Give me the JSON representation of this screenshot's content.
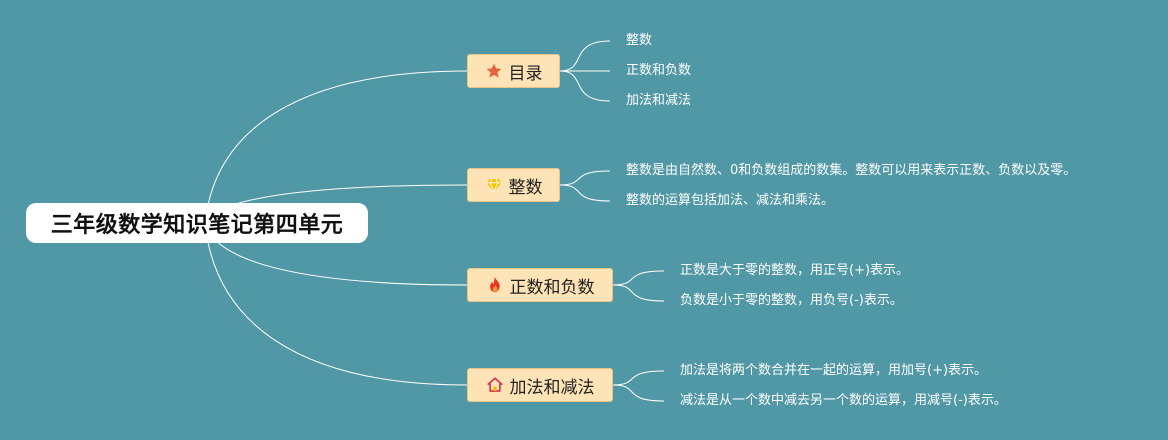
{
  "root": {
    "title": "三年级数学知识笔记第四单元"
  },
  "branches": [
    {
      "label": "目录",
      "icon": "star-icon",
      "icon_color": "#e8623a",
      "leaves": [
        "整数",
        "正数和负数",
        "加法和减法"
      ]
    },
    {
      "label": "整数",
      "icon": "diamond-icon",
      "icon_color": "#f5c400",
      "leaves": [
        "整数是由自然数、0和负数组成的数集。整数可以用来表示正数、负数以及零。",
        "整数的运算包括加法、减法和乘法。"
      ]
    },
    {
      "label": "正数和负数",
      "icon": "fire-icon",
      "icon_color": "#e8371e",
      "leaves": [
        "正数是大于零的整数，用正号(+)表示。",
        "负数是小于零的整数，用负号(-)表示。"
      ]
    },
    {
      "label": "加法和减法",
      "icon": "home-icon",
      "icon_color": "#d8344f",
      "leaves": [
        "加法是将两个数合并在一起的运算，用加号(+)表示。",
        "减法是从一个数中减去另一个数的运算，用减号(-)表示。"
      ]
    }
  ],
  "colors": {
    "background": "#5198a6",
    "branch_fill": "#fde3b5",
    "line": "#ffffff"
  }
}
